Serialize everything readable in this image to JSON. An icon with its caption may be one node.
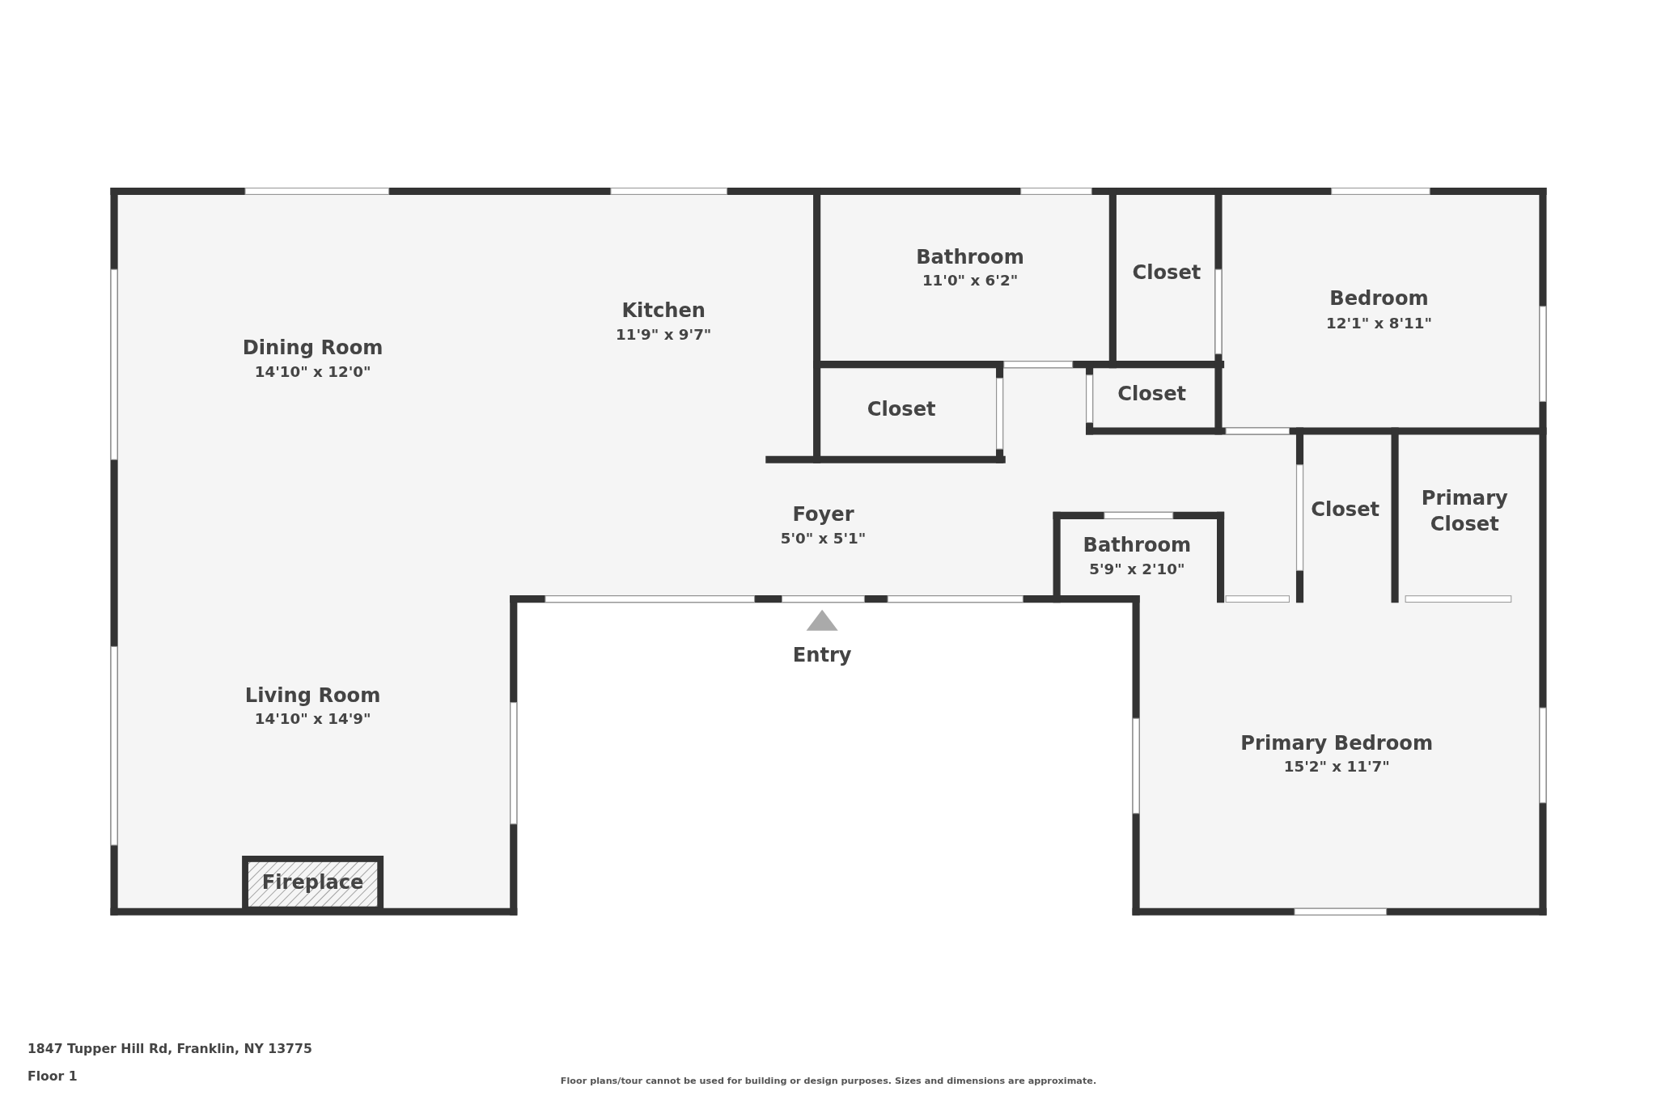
{
  "diagram": {
    "labels": [
      "Bathroom",
      "11'0\" x 6'2\"",
      "Closet",
      "Bedroom",
      "12'1\" x 8'11\"",
      "Kitchen",
      "11'9\" x 9'7\"",
      "Dining Room",
      "14'10\" x 12'0\"",
      "Closet",
      "Closet",
      "Foyer",
      "5'0\" x 5'1\"",
      "Closet",
      "Primary Closet",
      "Bathroom",
      "5'9\" x 2'10\"",
      "Entry",
      "Living Room",
      "14'10\" x 14'9\"",
      "Primary Bedroom",
      "15'2\" x 11'7\"",
      "Fireplace",
      "1847 Tupper Hill Rd, Franklin, NY 13775",
      "Floor 1",
      "Floor plans/tour cannot be used for building or design purposes. Sizes and dimensions are approximate."
    ]
  }
}
